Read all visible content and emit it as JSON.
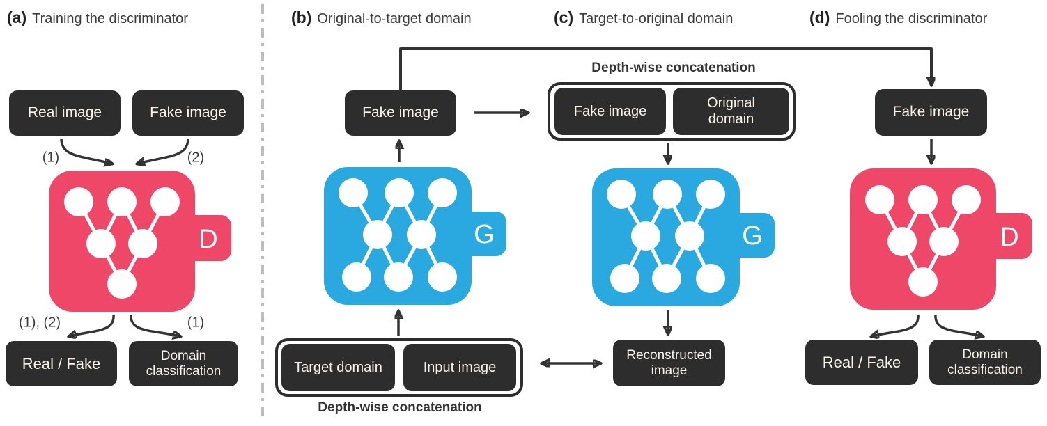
{
  "colors": {
    "pink": "#EE4768",
    "blue": "#29A9E0",
    "box": "#2D2D2D",
    "box_text": "#FAF5EC",
    "line": "#333333",
    "divider": "#BDBDBD",
    "text": "#3B3B3B"
  },
  "panels": {
    "a": {
      "tag": "(a)",
      "title": "Training the discriminator",
      "real_image": "Real image",
      "fake_image": "Fake image",
      "in_left_label": "(1)",
      "in_right_label": "(2)",
      "out_left_label": "(1), (2)",
      "out_right_label": "(1)",
      "network_letter": "D",
      "real_fake": "Real / Fake",
      "domain_classification": "Domain classification"
    },
    "b": {
      "tag": "(b)",
      "title": "Original-to-target domain",
      "fake_image": "Fake image",
      "network_letter": "G",
      "concat_label": "Depth-wise concatenation",
      "concat_items": [
        "Target domain",
        "Input image"
      ]
    },
    "c": {
      "tag": "(c)",
      "title": "Target-to-original domain",
      "concat_label": "Depth-wise concatenation",
      "concat_items": [
        "Fake image",
        "Original domain"
      ],
      "network_letter": "G",
      "reconstructed_image": "Reconstructed image"
    },
    "d": {
      "tag": "(d)",
      "title": "Fooling the discriminator",
      "fake_image": "Fake image",
      "network_letter": "D",
      "real_fake": "Real / Fake",
      "domain_classification": "Domain classification"
    }
  }
}
